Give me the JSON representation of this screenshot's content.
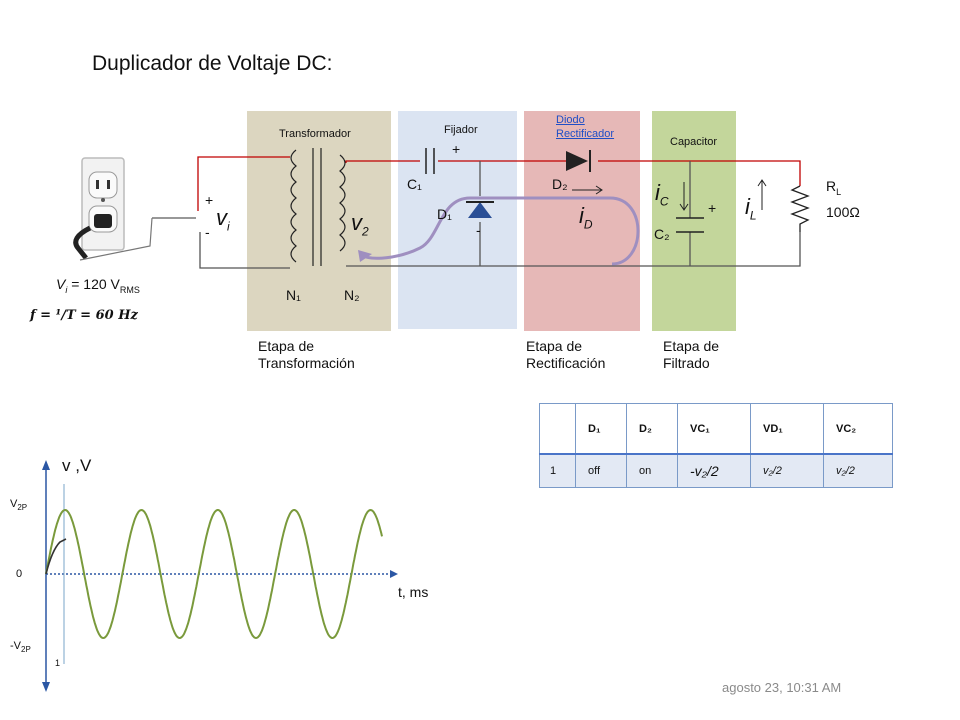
{
  "title": "Duplicador de Voltaje DC:",
  "stages": {
    "transformer": {
      "top_label": "Transformador",
      "bottom_label": "Etapa de Transformación",
      "n1": "N₁",
      "n2": "N₂"
    },
    "clamper": {
      "top_label": "Fijador"
    },
    "rectifier": {
      "top_label": "Diodo Rectificador",
      "bottom_label": "Etapa de Rectificación"
    },
    "filter": {
      "top_label": "Capacitor",
      "bottom_label": "Etapa de Filtrado"
    }
  },
  "components": {
    "c1": "C₁",
    "d1": "D₁",
    "d2": "D₂",
    "c2": "C₂",
    "rl": "R",
    "rl_sub": "L",
    "rl_value": "100Ω",
    "plus": "+",
    "minus": "-"
  },
  "variables": {
    "vi": "v",
    "vi_sub": "i",
    "v2": "v",
    "v2_sub": "2",
    "id": "i",
    "id_sub": "D",
    "ic": "i",
    "ic_sub": "C",
    "il": "i",
    "il_sub": "L"
  },
  "source": {
    "vi_label": "V",
    "vi_sub": "i",
    "vi_eq": "= 120 V",
    "vi_unit_sub": "RMS",
    "freq": "f = ¹/T = 60 Hz"
  },
  "graph": {
    "ylabel": "v ,V",
    "xlabel": "t, ms",
    "ytick_top": "V",
    "ytick_top_sub": "2P",
    "ytick_zero": "0",
    "ytick_bottom": "-V",
    "ytick_bottom_sub": "2P",
    "xtick": "1",
    "colors": {
      "wave": "#7a9a3c",
      "axis": "#2b57a4",
      "start": "#333333"
    }
  },
  "table": {
    "headers": [
      "",
      "D₁",
      "D₂",
      "VC₁",
      "VD₁",
      "VC₂"
    ],
    "rows": [
      [
        "1",
        "off",
        "on",
        "-v₂/2",
        "v₂/2",
        "v₂/2"
      ]
    ]
  },
  "timestamp": "agosto 23, 10:31 AM",
  "colors": {
    "transformer_bg": "#dcd6c0",
    "clamper_bg": "#dbe4f2",
    "rectifier_bg": "#e6b8b7",
    "filter_bg": "#c3d69b",
    "wire": "#c00000",
    "current_loop": "#9f8fc0"
  }
}
